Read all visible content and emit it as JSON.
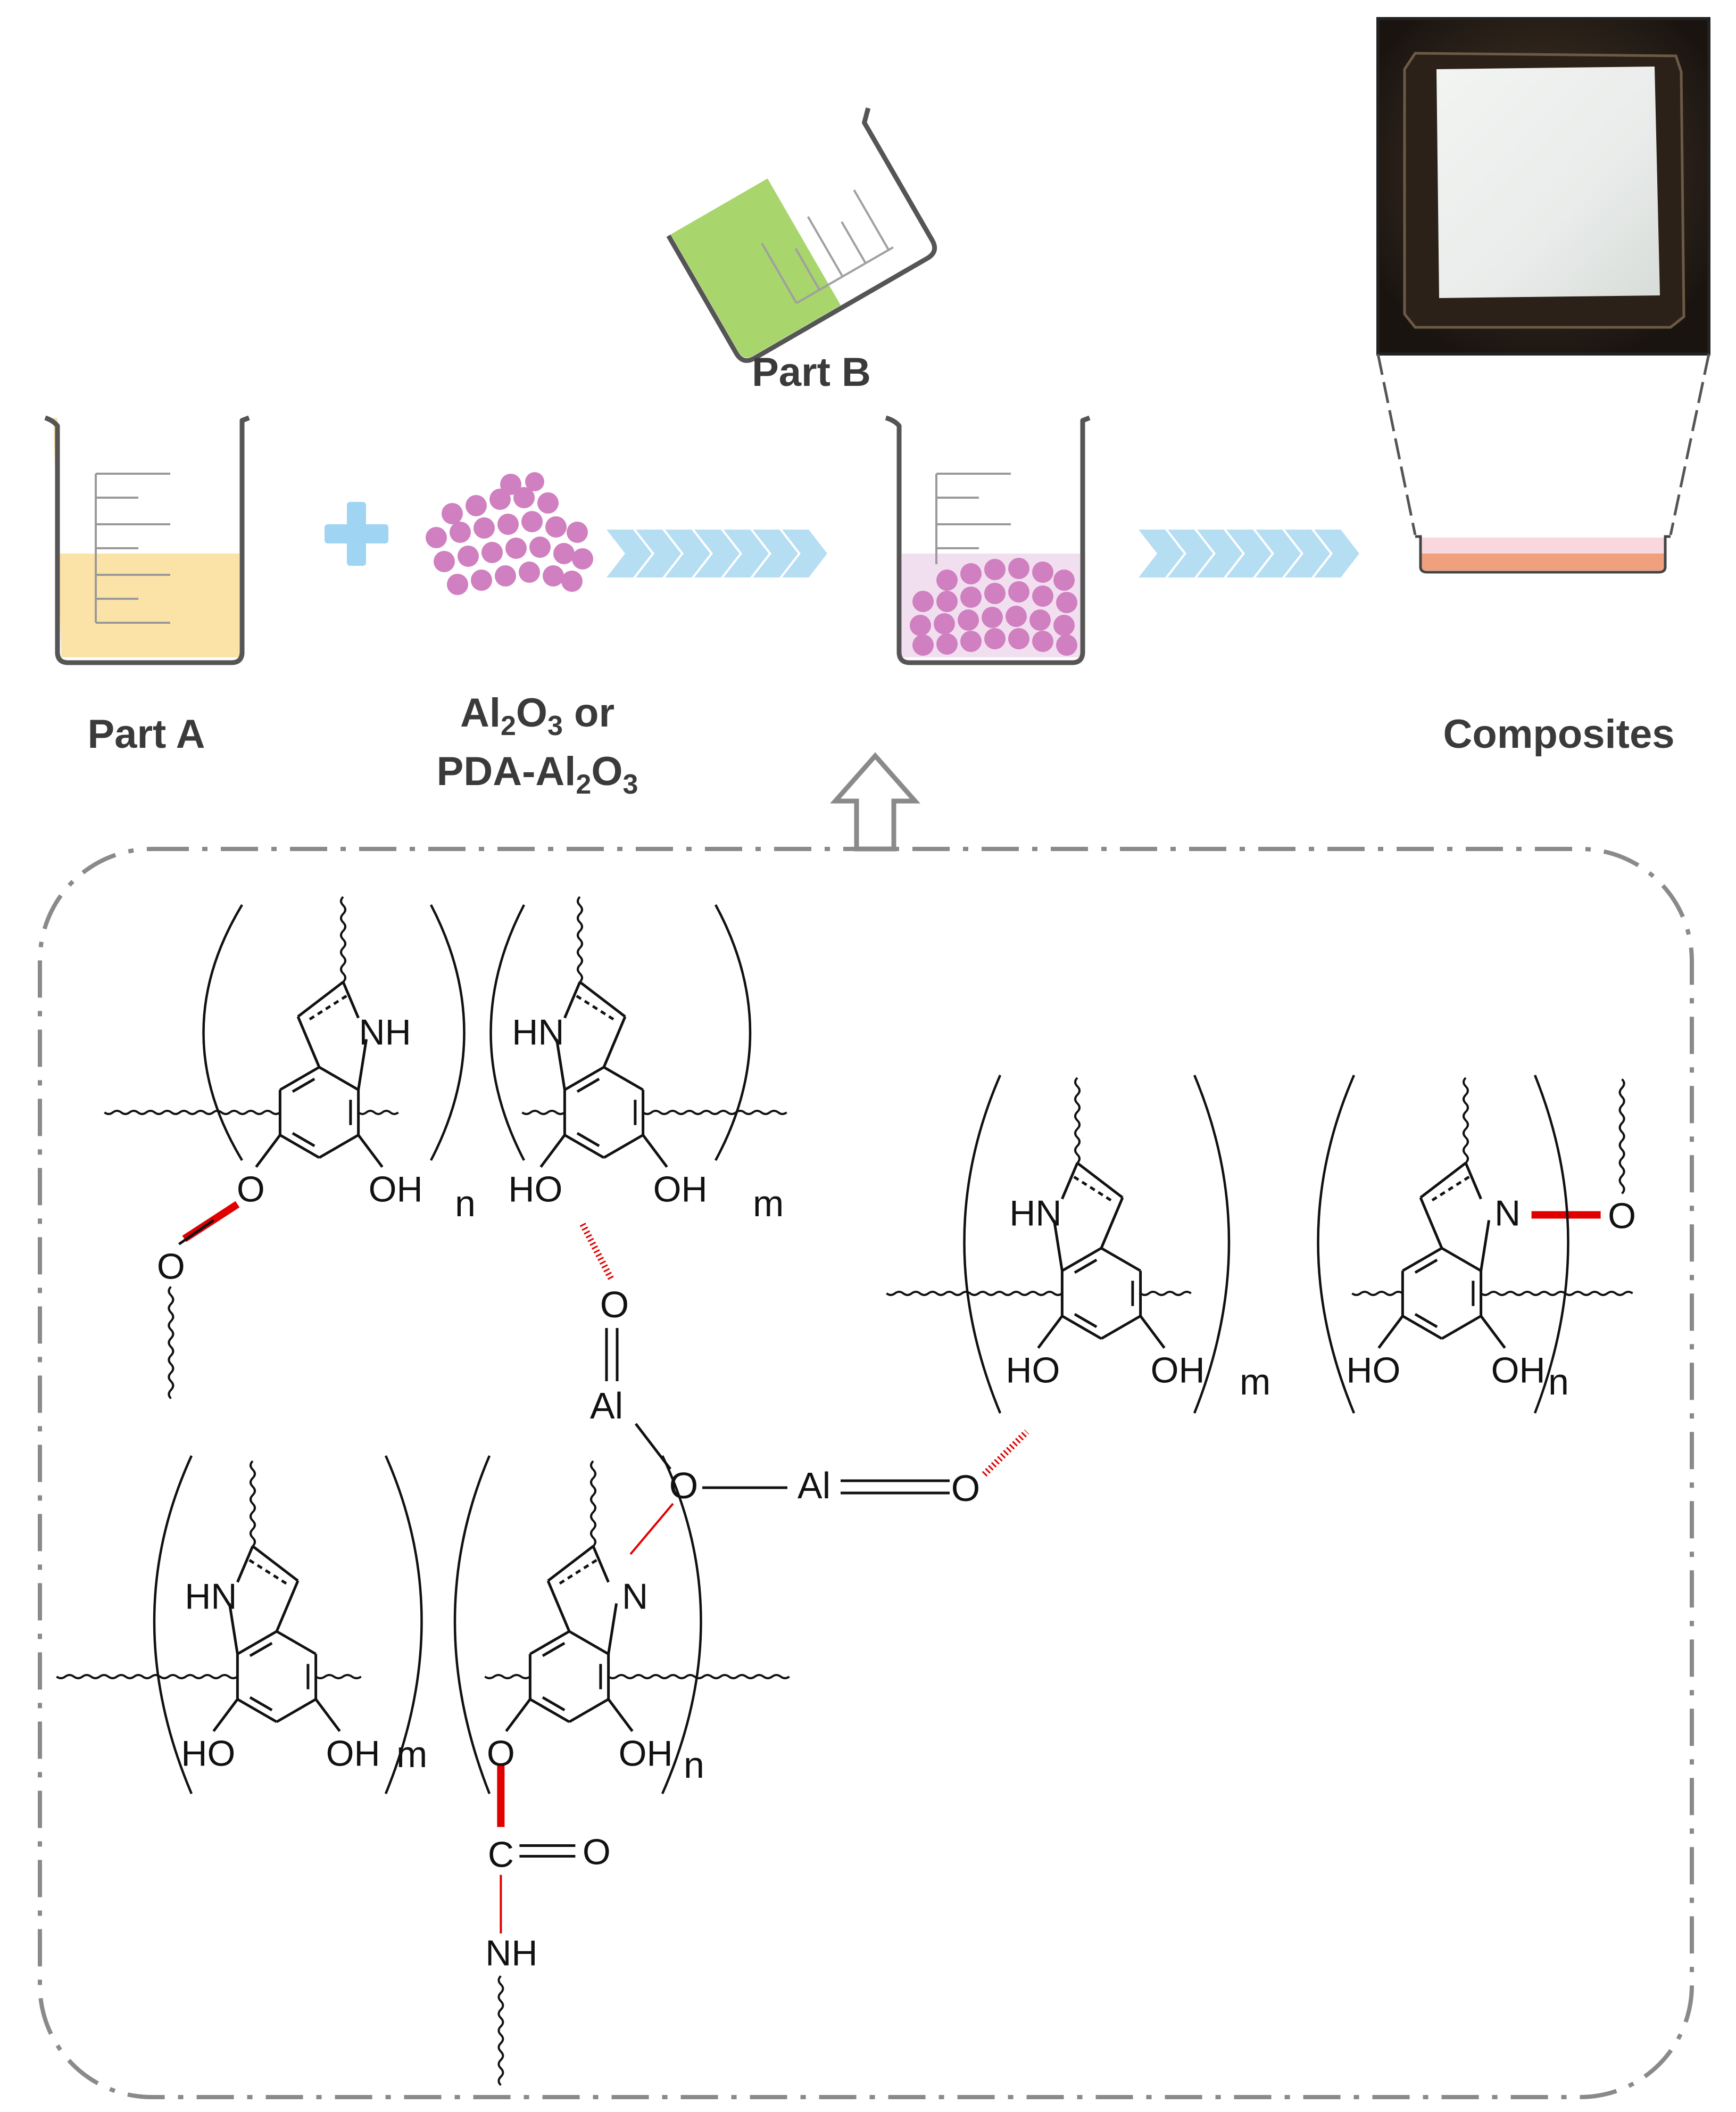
{
  "labels": {
    "part_a": "Part A",
    "part_b": "Part B",
    "filler_line1": "Al2O3 or",
    "filler_line2": "PDA-Al2O3",
    "composites": "Composites"
  },
  "chem_text": {
    "nh": "NH",
    "hn": "HN",
    "n": "N",
    "o": "O",
    "oh": "OH",
    "ho": "HO",
    "al": "Al",
    "c": "C",
    "sub_n": "n",
    "sub_m": "m"
  },
  "colors": {
    "part_a_liquid": "#fbe3a8",
    "part_b_liquid": "#a8d56c",
    "particle": "#d07fc0",
    "mixture_liquid": "#f1dff0",
    "chevron": "#b6def3",
    "plus": "#9fd4f2",
    "film_top": "#f8d7df",
    "film_bottom": "#f0a07d",
    "interaction_bond": "#e00000"
  },
  "icons": [
    "beaker-icon",
    "plus-icon",
    "chevron-arrow-icon",
    "hollow-up-arrow-icon",
    "particle-cluster-icon",
    "composite-film-icon",
    "photo-inset"
  ]
}
